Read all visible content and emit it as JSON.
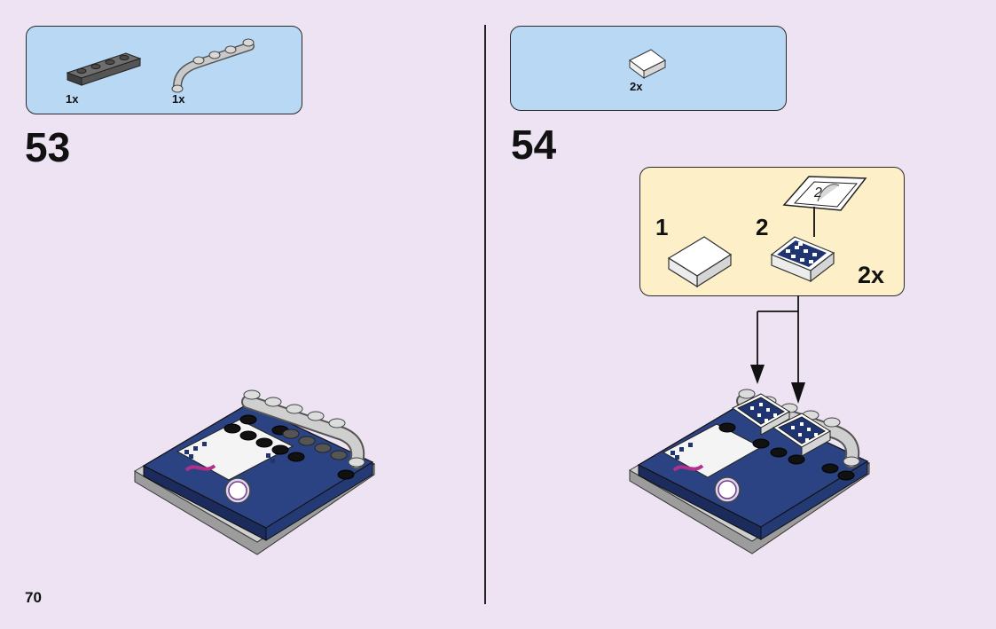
{
  "page": {
    "number": "70"
  },
  "steps": [
    {
      "number": "53",
      "parts": [
        {
          "qty": "1x",
          "icon": "dark-gray-plate-1x4-icon"
        },
        {
          "qty": "1x",
          "icon": "light-gray-bar-arch-icon"
        }
      ]
    },
    {
      "number": "54",
      "parts": [
        {
          "qty": "2x",
          "icon": "white-slope-tile-icon"
        }
      ],
      "subassembly": {
        "sub_steps": [
          "1",
          "2"
        ],
        "multiplier": "2x",
        "sticker_label": "2"
      }
    }
  ],
  "colors": {
    "page_bg": "#ede3f2",
    "parts_box": "#b9d8f4",
    "callout_box": "#fdf0c8",
    "dark_blue": "#1f3470"
  }
}
